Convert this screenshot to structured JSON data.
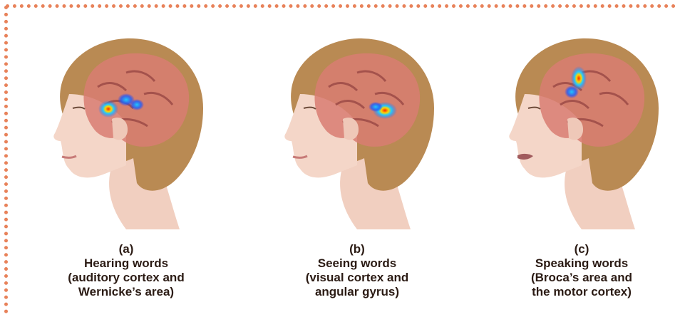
{
  "colors": {
    "accent": "#e8825a"
  },
  "panels": [
    {
      "letter": "(a)",
      "title": "Hearing words",
      "detail1": "(auditory cortex and",
      "detail2": "Wernicke’s area)",
      "activation": "temporal",
      "mouth": "closed"
    },
    {
      "letter": "(b)",
      "title": "Seeing words",
      "detail1": "(visual cortex and",
      "detail2": "angular gyrus)",
      "activation": "occipital",
      "mouth": "closed"
    },
    {
      "letter": "(c)",
      "title": "Speaking words",
      "detail1": "(Broca’s area and",
      "detail2": "the motor cortex)",
      "activation": "frontal-motor",
      "mouth": "open"
    }
  ]
}
